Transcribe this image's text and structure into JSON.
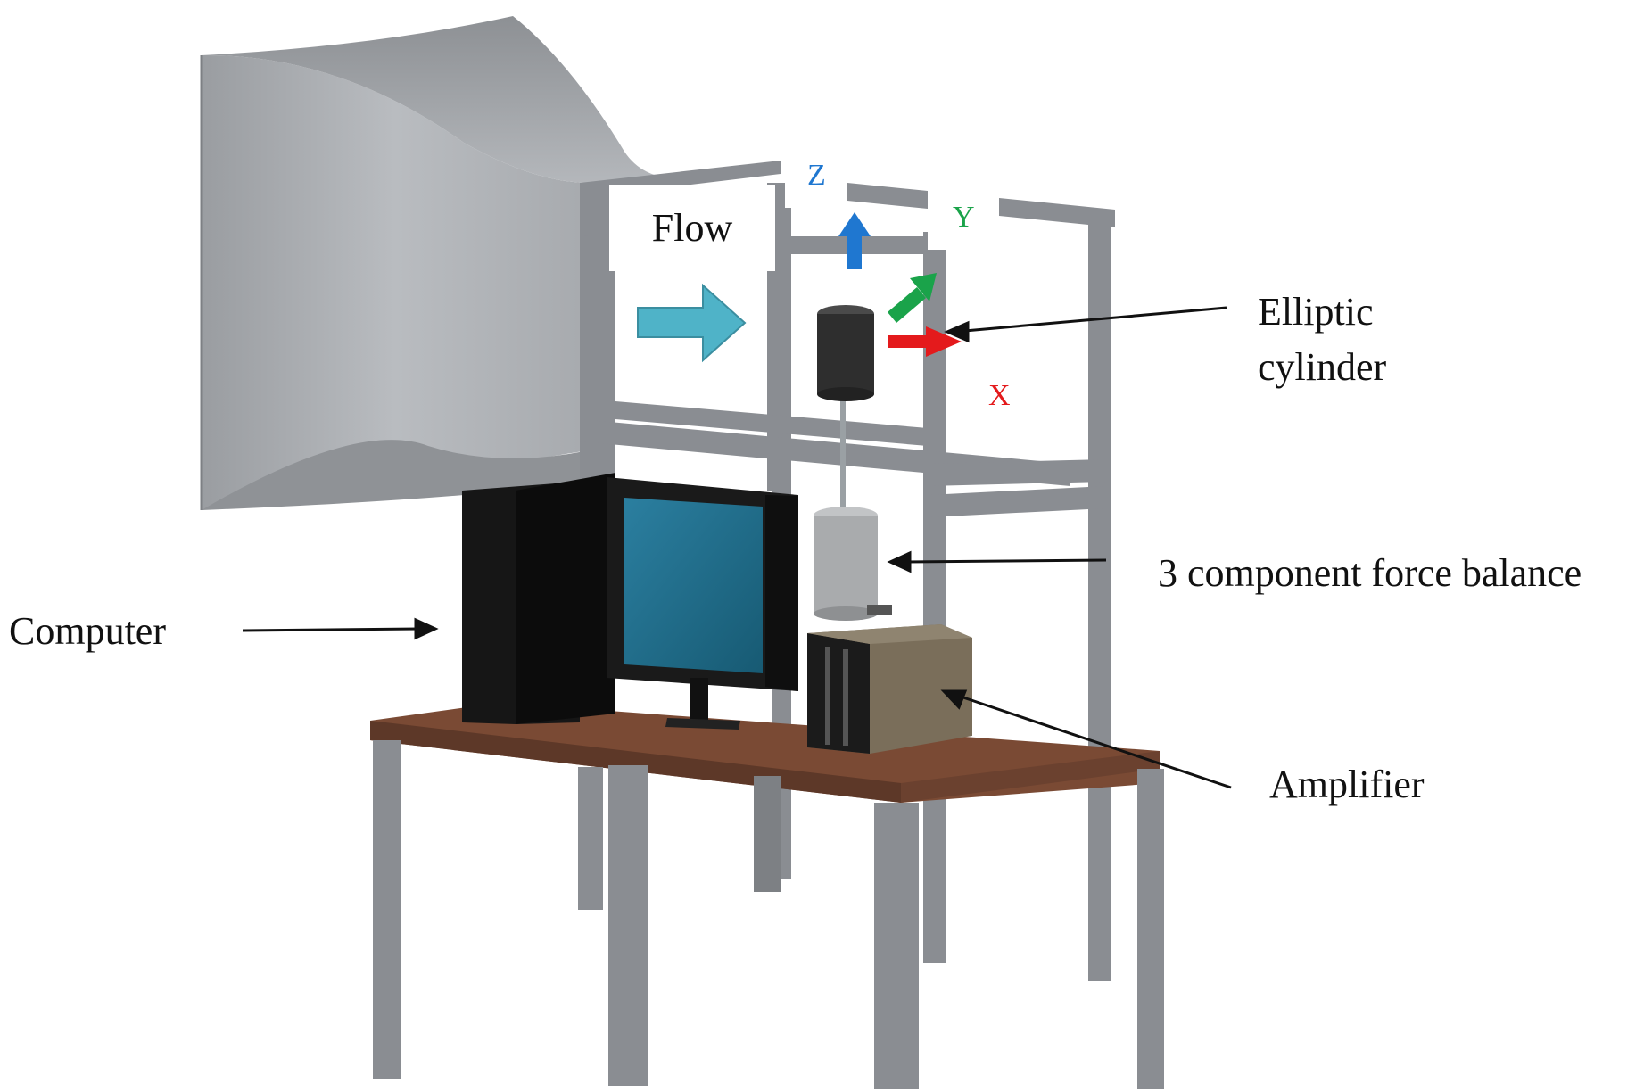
{
  "labels": {
    "flow": "Flow",
    "elliptic_line1": "Elliptic",
    "elliptic_line2": "cylinder",
    "force_balance": "3 component force balance",
    "computer": "Computer",
    "amplifier": "Amplifier"
  },
  "axes": {
    "z": "Z",
    "y": "Y",
    "x": "X"
  },
  "colors": {
    "z_axis": "#1f77d0",
    "y_axis": "#1aa34a",
    "x_axis": "#e41a1c",
    "flow_arrow": "#4fb3c8",
    "frame": "#8a8d92",
    "table_top": "#7a4a34",
    "amplifier": "#7a6e5a",
    "monitor_screen": "#1f6e8a"
  },
  "icons": {
    "flow": "flow-arrow-icon",
    "z": "z-axis-arrow-icon",
    "y": "y-axis-arrow-icon",
    "x": "x-axis-arrow-icon"
  }
}
